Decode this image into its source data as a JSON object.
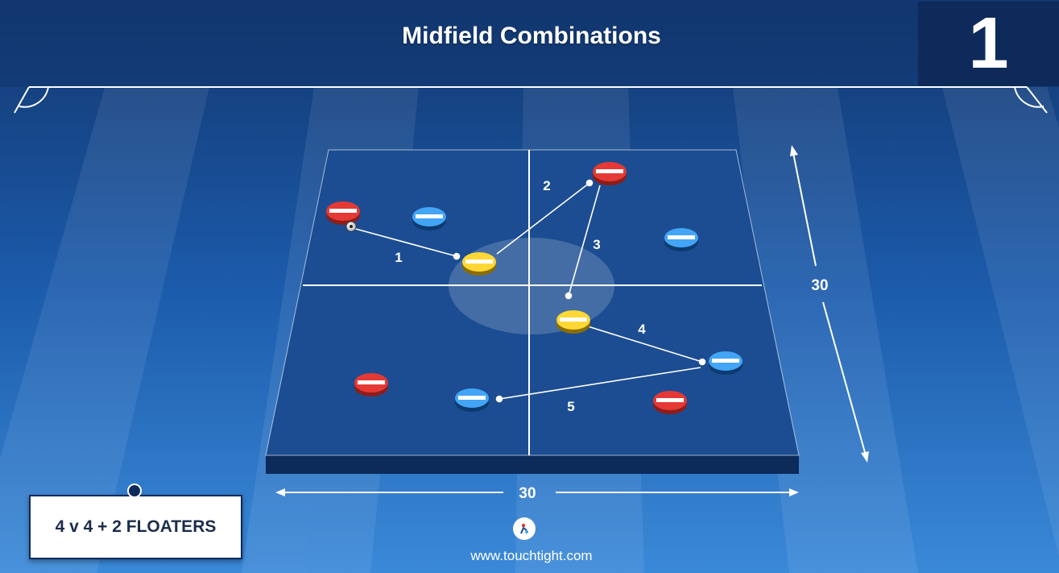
{
  "header": {
    "title": "Midfield Combinations",
    "slide_number": "1"
  },
  "field": {
    "colors": {
      "background": "#1a56a6",
      "grid": "#1c4d92",
      "grid_side": "#0c2a5a",
      "lines": "#ffffff"
    },
    "width_label": "30",
    "height_label": "30"
  },
  "pass_labels": [
    "1",
    "2",
    "3",
    "4",
    "5"
  ],
  "players": {
    "red_team": {
      "color": "#e53935",
      "count": 4
    },
    "blue_team": {
      "color": "#42a5f5",
      "count": 4
    },
    "floaters": {
      "color": "#fdd835",
      "count": 2
    }
  },
  "info_card": {
    "text": "4 v 4 + 2 FLOATERS"
  },
  "footer": {
    "website": "www.touchtight.com",
    "logo_icon": "touchtight-logo-icon"
  }
}
